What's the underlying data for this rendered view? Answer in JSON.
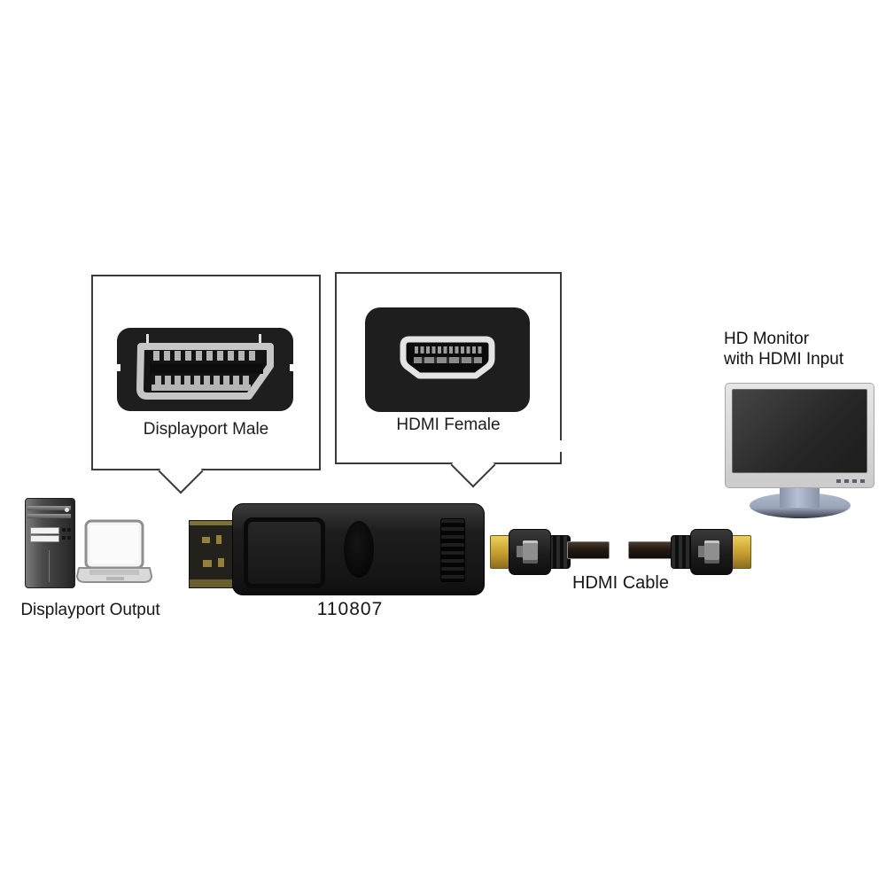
{
  "callouts": {
    "displayport": {
      "label": "Displayport Male"
    },
    "hdmi": {
      "label": "HDMI Female"
    }
  },
  "labels": {
    "monitor_line1": "HD Monitor",
    "monitor_line2": "with HDMI Input",
    "source": "Displayport Output",
    "adapter_model": "110807",
    "cable": "HDMI Cable"
  },
  "icons": {
    "displayport_male_closeup": "displayport-male-connector",
    "hdmi_female_closeup": "hdmi-female-port",
    "desktop_tower": "desktop-pc-tower",
    "laptop": "laptop-computer",
    "adapter": "dp-to-hdmi-adapter",
    "hdmi_cable": "hdmi-cable",
    "monitor": "lcd-monitor"
  },
  "colors": {
    "background": "#ffffff",
    "outline": "#3a3a3a",
    "text": "#1c1c1c",
    "connector_black": "#1e1e1e",
    "metal_silver": "#c6c6c6",
    "gold": "#c49c2e",
    "cable_brown": "#241a12",
    "monitor_stand_blue_gray": "#9aa5ba"
  }
}
